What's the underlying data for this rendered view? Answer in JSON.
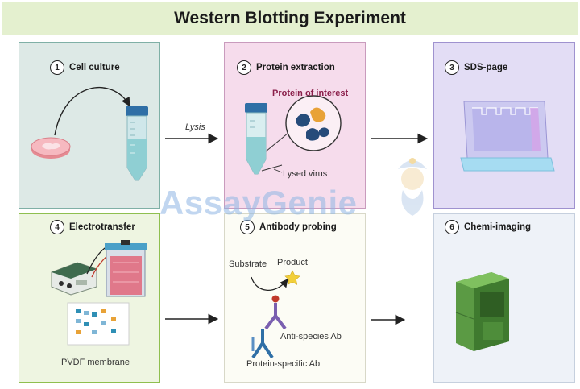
{
  "title": "Western Blotting Experiment",
  "steps": [
    {
      "number": "1",
      "label": "Cell culture"
    },
    {
      "number": "2",
      "label": "Protein extraction"
    },
    {
      "number": "3",
      "label": "SDS-page"
    },
    {
      "number": "4",
      "label": "Electrotransfer"
    },
    {
      "number": "5",
      "label": "Antibody probing"
    },
    {
      "number": "6",
      "label": "Chemi-imaging"
    }
  ],
  "arrow_label": "Lysis",
  "annotations": {
    "protein_of_interest": "Protein of interest",
    "lysed_virus": "Lysed virus",
    "pvdf_membrane": "PVDF membrane",
    "substrate": "Substrate",
    "product": "Product",
    "anti_species_ab": "Anti-species Ab",
    "protein_specific_ab": "Protein-specific Ab"
  },
  "watermark": {
    "part1": "Assay",
    "part2": "Genie"
  },
  "colors": {
    "title_bg": "#e4f0cf",
    "panel1": "#dde9e6",
    "panel2": "#f6dcec",
    "panel3": "#e3ddf5",
    "panel4": "#eef5e1",
    "panel5": "#fcfcf5",
    "panel6": "#eef2f8",
    "tube_cap": "#2f6fa6",
    "antibody": "#7a5fb0",
    "imager": "#4a8a3a"
  }
}
